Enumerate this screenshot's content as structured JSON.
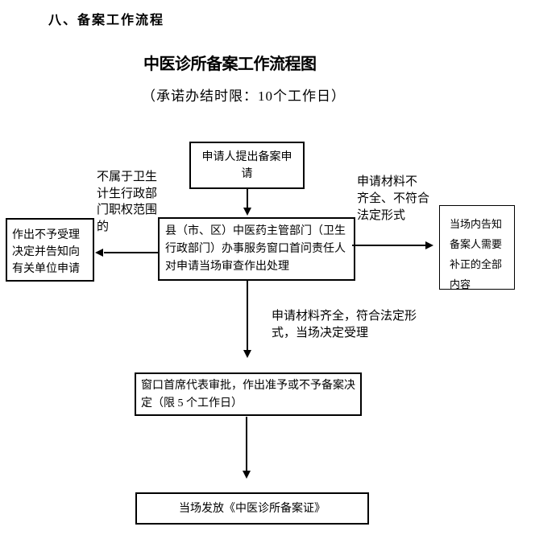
{
  "page": {
    "section_heading": "八、备案工作流程",
    "title": "中医诊所备案工作流程图",
    "subtitle": "（承诺办结时限：10个工作日）"
  },
  "flowchart": {
    "nodes": {
      "apply": {
        "text": "申请人提出备案申\n请"
      },
      "review": {
        "text": "县（市、区）中医药主管部门（卫生\n行政部门）办事服务窗口首问责任人\n对申请当场审查作出处理"
      },
      "reject": {
        "text": "作出不予受理\n决定并告知向\n有关单位申请"
      },
      "notify": {
        "text": "当场内告知\n备案人需要\n补正的全部\n内容"
      },
      "approve": {
        "text": "窗口首席代表审批，作出准予或不予备案决\n定（限 5 个工作日）"
      },
      "issue": {
        "text": "当场发放《中医诊所备案证》"
      }
    },
    "labels": {
      "out_of_scope": "不属于卫生\n计生行政部\n门职权范围\n的",
      "incomplete": "申请材料不\n齐全、不符合\n法定形式",
      "complete": "申请材料齐全，符合法定形\n式，当场决定受理"
    },
    "colors": {
      "line": "#000000",
      "background": "#ffffff",
      "text": "#000000"
    }
  }
}
